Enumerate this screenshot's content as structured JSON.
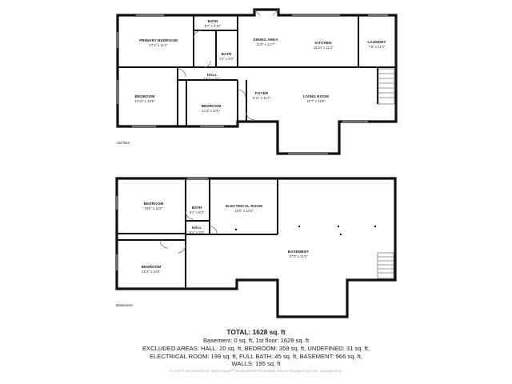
{
  "first_floor": {
    "label": "1st floor",
    "rooms": {
      "primary_bedroom": {
        "name": "PRIMARY BEDROOM",
        "dims": "17'1\" x 11'4\""
      },
      "bath1": {
        "name": "BATH",
        "dims": "5'7\" x 4'10\""
      },
      "bath2": {
        "name": "BATH",
        "dims": "7'2\" x 6'2\""
      },
      "dining": {
        "name": "DINING AREA",
        "dims": "11'9\" x 12'7\""
      },
      "kitchen": {
        "name": "KITCHEN",
        "dims": "15'10\" x 11'4\""
      },
      "laundry": {
        "name": "LAUNDRY",
        "dims": "7'8\" x 11'3\""
      },
      "hall": {
        "name": "HALL",
        "dims": "16'1\" x 3'2\""
      },
      "bedroom1": {
        "name": "BEDROOM",
        "dims": "12'11\" x 13'6\""
      },
      "bedroom2": {
        "name": "BEDROOM",
        "dims": "11'3\" x 10'0\""
      },
      "foyer": {
        "name": "FOYER",
        "dims": "6'11\" x 11'7\""
      },
      "living": {
        "name": "LIVING ROOM",
        "dims": "22'7\" x 19'8\""
      }
    }
  },
  "basement": {
    "label": "Basement",
    "rooms": {
      "bedroom1": {
        "name": "BEDROOM",
        "dims": "15'5\" x 12'0\""
      },
      "bath": {
        "name": "BATH",
        "dims": "5'1\" x 6'2\""
      },
      "electrical": {
        "name": "ELECTRICAL ROOM",
        "dims": "15'5\" x 12'2\""
      },
      "hall": {
        "name": "HALL",
        "dims": "5'1\" x 3'3\""
      },
      "basement_room": {
        "name": "BASEMENT",
        "dims": "47'3\" x 31'5\""
      },
      "bedroom2": {
        "name": "BEDROOM",
        "dims": "15'3\" x 10'5\""
      }
    }
  },
  "summary": {
    "total": "TOTAL: 1628 sq. ft",
    "line1": "Basement: 0 sq. ft, 1st floor: 1628 sq. ft",
    "line2": "EXCLUDED AREAS: HALL: 20 sq. ft, BEDROOM: 359 sq. ft, UNDEFINED: 31 sq. ft,",
    "line3": "ELECTRICAL ROOM: 199 sq. ft, FULL BATH: 45 sq. ft, BASEMENT: 966 sq. ft,",
    "line4": "WALLS: 195 sq. ft",
    "disclaimer": "FLOOR PLAN CREATED BY CUBICASA APP. MEASUREMENTS DEEMED HIGHLY RELIABLE BUT NOT GUARANTEED."
  }
}
